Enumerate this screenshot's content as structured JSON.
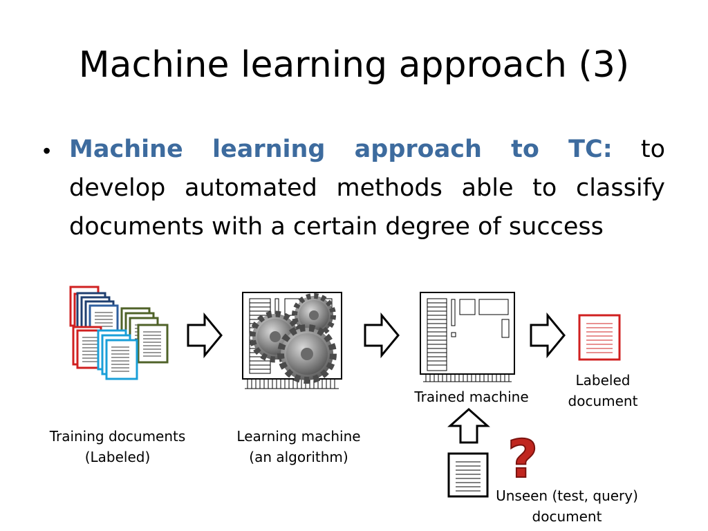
{
  "slide": {
    "title": "Machine learning approach (3)",
    "bullet_highlight": "Machine learning approach to TC:",
    "bullet_text": "to develop automated methods able to classify documents with a certain degree of success"
  },
  "diagram": {
    "training_caption_line1": "Training documents",
    "training_caption_line2": "(Labeled)",
    "learning_caption_line1": "Learning machine",
    "learning_caption_line2": "(an algorithm)",
    "trained_caption": "Trained machine",
    "labeled_caption_line1": "Labeled",
    "labeled_caption_line2": "document",
    "unseen_caption_line1": "Unseen (test, query)",
    "unseen_caption_line2": "document",
    "question_mark": "?"
  },
  "colors": {
    "highlight": "#3d6b9e",
    "doc_red": "#d02020",
    "doc_navy": "#1f3f70",
    "doc_olive": "#4f6228",
    "doc_cyan": "#1a9fd8",
    "doc_blue": "#2f5f9f",
    "gear_gray": "#8a8a8a",
    "question_red": "#c0261f"
  }
}
